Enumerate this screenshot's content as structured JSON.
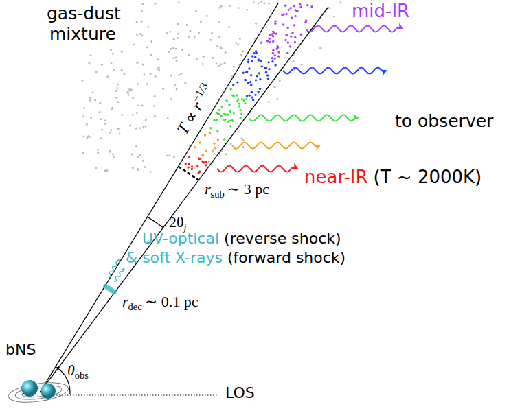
{
  "diagram": {
    "labels": [
      "gas-dust",
      "mixture",
      "T ∝ r",
      "−1/3",
      "mid-IR",
      "to observer",
      "near-IR",
      "(T ~ 2000K)",
      "r",
      "sub",
      "∼ 3 pc",
      "2θ",
      "j",
      "UV-optical",
      "(reverse shock)",
      "& soft X-rays",
      "(forward shock)",
      "r",
      "dec",
      "∼ 0.1 pc",
      "bNS",
      "θ",
      "obs",
      "LOS"
    ]
  }
}
